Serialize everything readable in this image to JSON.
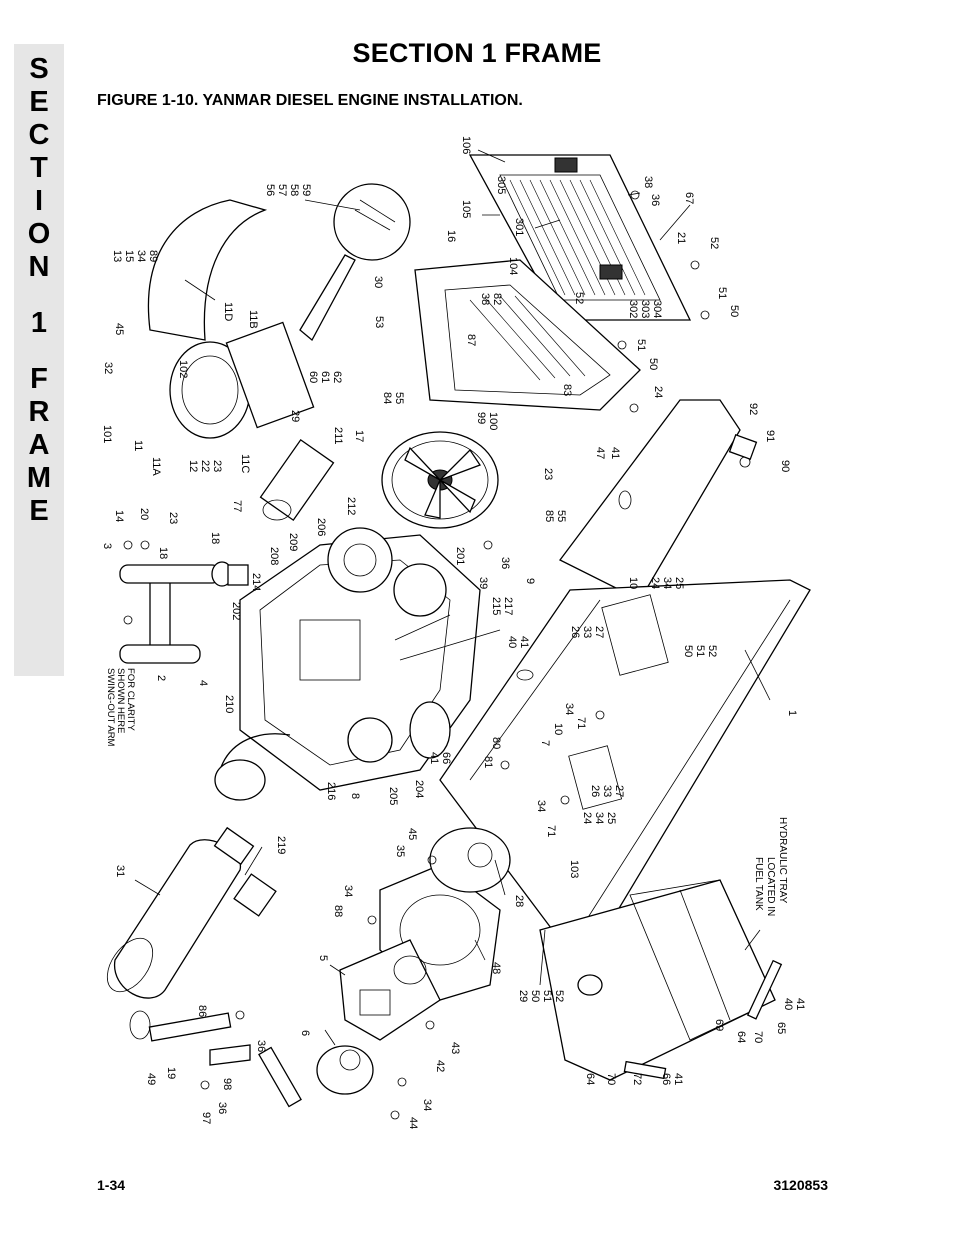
{
  "side_tab": {
    "letters": [
      "S",
      "E",
      "C",
      "T",
      "I",
      "O",
      "N",
      "1",
      "F",
      "R",
      "A",
      "M",
      "E"
    ]
  },
  "header": {
    "section_title": "SECTION 1  FRAME",
    "figure_title": "FIGURE 1-10.  YANMAR DIESEL ENGINE INSTALLATION."
  },
  "diagram": {
    "callouts": {
      "c106": "106",
      "c305": "305",
      "c105": "105",
      "c301": "301",
      "c38a": "38",
      "c36a": "36",
      "c67": "67",
      "c21": "21",
      "c52a": "52",
      "c16": "16",
      "c104": "104",
      "c302": "302",
      "c303": "303",
      "c304": "304",
      "c51a": "51",
      "c50a": "50",
      "c56": "56",
      "c57": "57",
      "c58": "58",
      "c59": "59",
      "c30": "30",
      "c13": "13",
      "c15": "15",
      "c34a": "34",
      "c89": "89",
      "c11d": "11D",
      "c11b": "11B",
      "c53": "53",
      "c38b": "38",
      "c82": "82",
      "c52b": "52",
      "c45a": "45",
      "c32": "32",
      "c102": "102",
      "c87": "87",
      "c60": "60",
      "c61": "61",
      "c62": "62",
      "c51b": "51",
      "c50b": "50",
      "c84": "84",
      "c55a": "55",
      "c83": "83",
      "c99": "99",
      "c100": "100",
      "c24a": "24",
      "c29a": "29",
      "c92": "92",
      "c101": "101",
      "c11": "11",
      "c11a": "11A",
      "c12": "12",
      "c22": "22",
      "c23a": "23",
      "c11c": "11C",
      "c211": "211",
      "c17": "17",
      "c47": "47",
      "c41a": "41",
      "c91": "91",
      "c90": "90",
      "c23b": "23",
      "c77": "77",
      "c85": "85",
      "c55b": "55",
      "c14": "14",
      "c20": "20",
      "c23c": "23",
      "c3": "3",
      "c18a": "18",
      "c18b": "18",
      "c212": "212",
      "c206": "206",
      "c209": "209",
      "c208": "208",
      "c201": "201",
      "c36b": "36",
      "c39": "39",
      "c9": "9",
      "c10a": "10",
      "c24b": "24",
      "c34b": "34",
      "c25a": "25",
      "c214": "214",
      "c202": "202",
      "c215": "215",
      "c217": "217",
      "c26a": "26",
      "c33a": "33",
      "c27a": "27",
      "c40a": "40",
      "c41b": "41",
      "c50c": "50",
      "c51c": "51",
      "c52c": "52",
      "c4": "4",
      "c2": "2",
      "c34c": "34",
      "c71a": "71",
      "c1": "1",
      "c10b": "10",
      "c7": "7",
      "c210": "210",
      "c80": "80",
      "c81": "81",
      "c41c": "41",
      "c66a": "66",
      "c26b": "26",
      "c33b": "33",
      "c27b": "27",
      "c216": "216",
      "c8": "8",
      "c205": "205",
      "c204": "204",
      "c34d": "34",
      "c24c": "24",
      "c34e": "34",
      "c25b": "25",
      "c71b": "71",
      "c219": "219",
      "c31": "31",
      "c35": "35",
      "c45b": "45",
      "c103": "103",
      "c34f": "34",
      "c88": "88",
      "c28": "28",
      "c5": "5",
      "c48": "48",
      "c29b": "29",
      "c50d": "50",
      "c51d": "51",
      "c52d": "52",
      "c86": "86",
      "c36c": "36",
      "c6": "6",
      "c43": "43",
      "c42": "42",
      "c49": "49",
      "c19": "19",
      "c97": "97",
      "c36d": "36",
      "c98": "98",
      "c44": "44",
      "c34g": "34",
      "c64a": "64",
      "c70a": "70",
      "c72": "72",
      "c66b": "66",
      "c41d": "41",
      "c69": "69",
      "c64b": "64",
      "c70b": "70",
      "c65": "65",
      "c40b": "40",
      "c41e": "41"
    },
    "notes": {
      "swing_out_1": "SWING-OUT ARM",
      "swing_out_2": "SHOWN HERE",
      "swing_out_3": "FOR CLARITY",
      "fuel_1": "FUEL TANK",
      "fuel_2": "LOCATED IN",
      "fuel_3": "HYDRAULIC TRAY"
    }
  },
  "footer": {
    "page_number": "1-34",
    "document_number": "3120853"
  }
}
